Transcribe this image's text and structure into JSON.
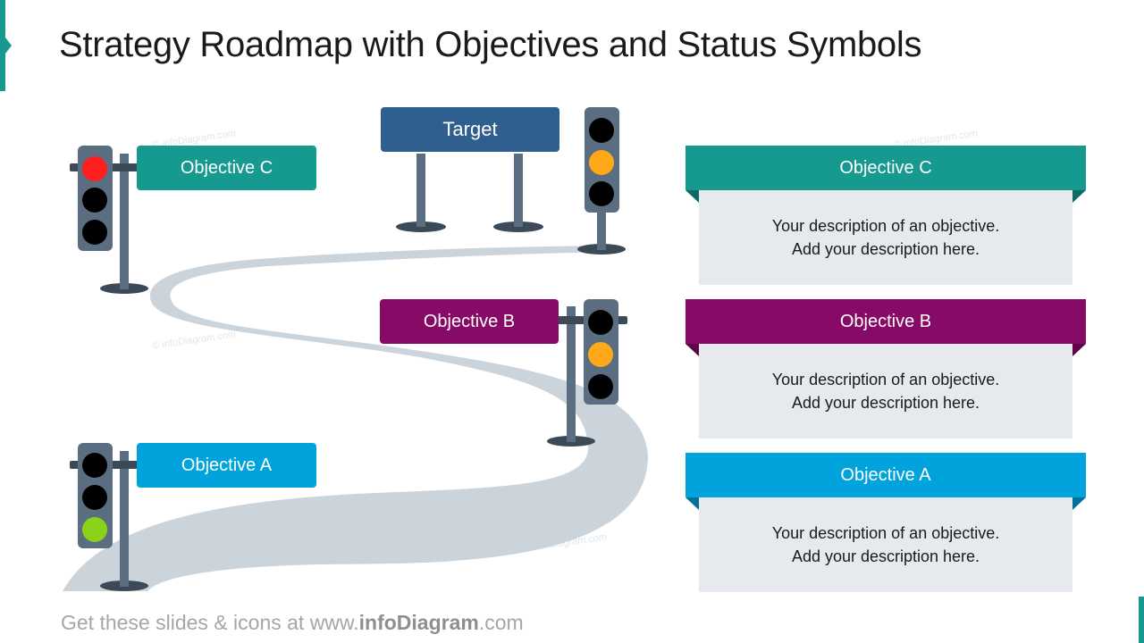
{
  "title": "Strategy Roadmap with Objectives and Status Symbols",
  "footer": {
    "prefix": "Get these slides & icons at www.",
    "brand": "infoDiagram",
    "suffix": ".com"
  },
  "watermark": "© infoDiagram.com",
  "target_label": "Target",
  "colors": {
    "teal": "#16998f",
    "purple": "#870a66",
    "blue": "#00a3db",
    "target_navy": "#2e5f8f",
    "road": "#cbd3db",
    "pole": "#5b6d80",
    "light_off": "#000000",
    "red": "#ff1f1f",
    "amber": "#ffa81a",
    "green": "#8ad11a"
  },
  "signals": [
    {
      "objective": "Objective C",
      "color": "teal",
      "status": "red"
    },
    {
      "objective": "Objective B",
      "color": "purple",
      "status": "amber"
    },
    {
      "objective": "Objective A",
      "color": "blue",
      "status": "green"
    },
    {
      "objective": "Target",
      "color": "target_navy",
      "status": "amber"
    }
  ],
  "cards": [
    {
      "title": "Objective C",
      "color": "teal",
      "line1": "Your description of an objective.",
      "line2": "Add your description here."
    },
    {
      "title": "Objective B",
      "color": "purple",
      "line1": "Your description of an objective.",
      "line2": "Add your description here."
    },
    {
      "title": "Objective A",
      "color": "blue",
      "line1": "Your description of an objective.",
      "line2": "Add your description here."
    }
  ]
}
